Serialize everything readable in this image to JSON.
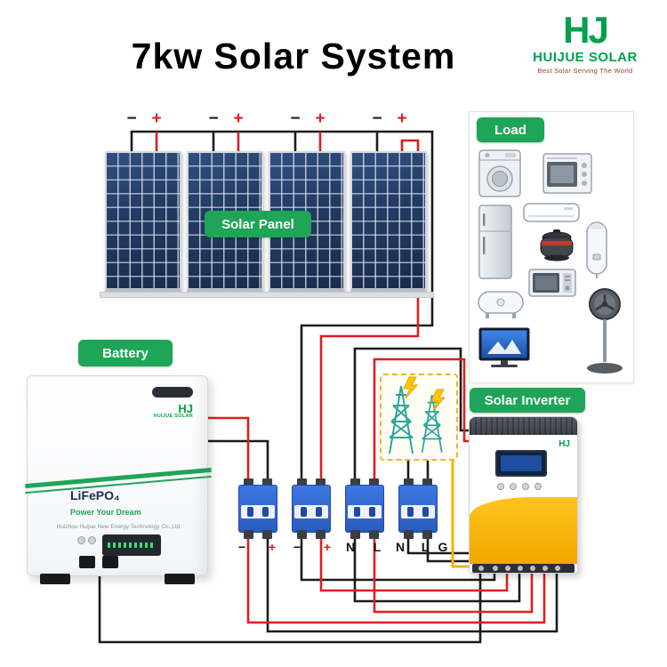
{
  "header": {
    "title": "7kw Solar System"
  },
  "logo": {
    "monogram": "HJ",
    "brand": "HUIJUE SOLAR",
    "tagline": "Best Solar Serving The World"
  },
  "colors": {
    "accent_green": "#1ea557",
    "logo_green": "#00a14b",
    "wire_red": "#e11d1d",
    "wire_black": "#1b1b1b",
    "wire_yellow": "#f5b300",
    "panel_blue": "#223a62",
    "breaker_blue": "#2f66cc",
    "inverter_yellow": "#f7b600",
    "tower_teal": "#2aa79b"
  },
  "solar_array": {
    "badge": "Solar Panel",
    "panels": [
      {
        "neg": "−",
        "pos": "+"
      },
      {
        "neg": "−",
        "pos": "+"
      },
      {
        "neg": "−",
        "pos": "+"
      },
      {
        "neg": "−",
        "pos": "+"
      }
    ]
  },
  "load": {
    "badge": "Load",
    "appliances": [
      "washing-machine",
      "oven",
      "refrigerator",
      "air-conditioner",
      "rice-cooker",
      "water-heater",
      "microwave",
      "storage-tank",
      "electric-fan",
      "television"
    ]
  },
  "battery": {
    "badge": "Battery",
    "chemistry": "LiFePO₄",
    "slogan": "Power Your Dream",
    "company": "Huizhou Huijue New Energy Technology Co.,Ltd"
  },
  "inverter": {
    "badge": "Solar Inverter"
  },
  "breakers": {
    "pole_labels": [
      "−",
      "+",
      "−",
      "+",
      "N",
      "L",
      "N",
      "L"
    ],
    "ground_label": "G"
  }
}
